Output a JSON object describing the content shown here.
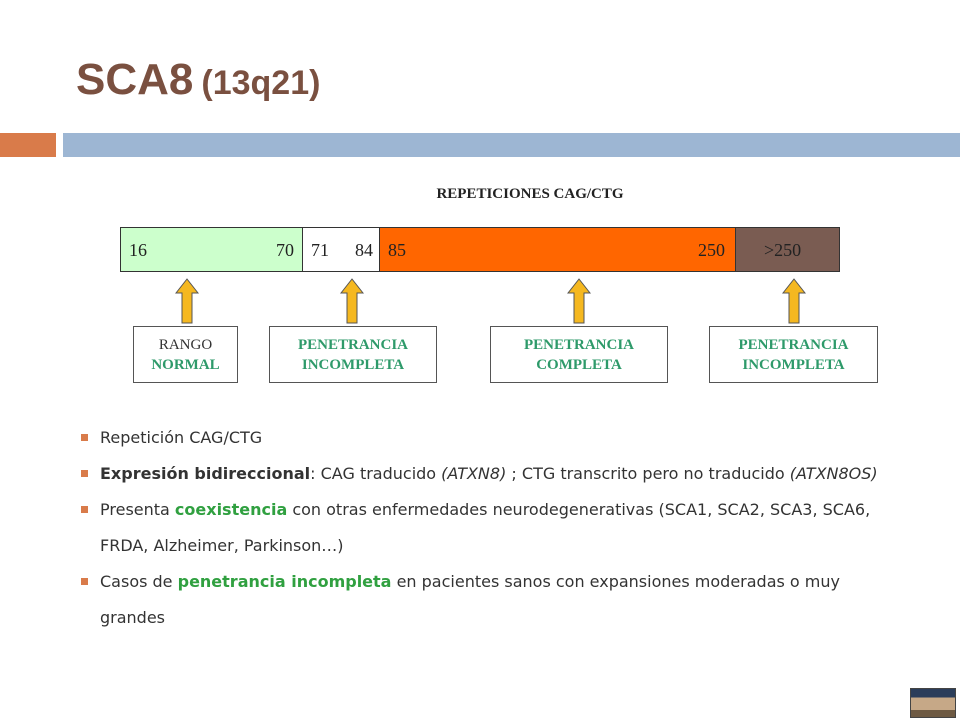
{
  "title": {
    "main": "SCA8",
    "sub": "(13q21)"
  },
  "diagram": {
    "heading": "REPETICIONES CAG/CTG",
    "segments": [
      {
        "start": "16",
        "end": "70",
        "color": "#ccffcc"
      },
      {
        "start": "71",
        "end": "84",
        "color": "#ffffff"
      },
      {
        "start": "85",
        "end": "250",
        "color": "#ff6600"
      },
      {
        "label": ">250",
        "color": "#7a5c52"
      }
    ],
    "arrow_color": "#f5b820",
    "boxes": [
      {
        "line1": "RANGO",
        "line2": "NORMAL"
      },
      {
        "line1": "PENETRANCIA",
        "line2": "INCOMPLETA"
      },
      {
        "line1": "PENETRANCIA",
        "line2": "COMPLETA"
      },
      {
        "line1": "PENETRANCIA",
        "line2": "INCOMPLETA"
      }
    ]
  },
  "bullets": {
    "b1": "Repetición CAG/CTG",
    "b2": {
      "bold": "Expresión bidireccional",
      "t1": ": CAG traducido ",
      "i1": "(ATXN8)",
      "t2": " ; CTG transcrito pero no traducido ",
      "i2": "(ATXN8OS)"
    },
    "b3": {
      "t1": "Presenta ",
      "green": "coexistencia",
      "t2": " con otras enfermedades neurodegenerativas (SCA1, SCA2, SCA3, SCA6, FRDA, Alzheimer, Parkinson…)"
    },
    "b4": {
      "t1": "Casos de ",
      "green": "penetrancia incompleta",
      "t2": " en pacientes sanos con expansiones moderadas o muy grandes"
    }
  }
}
